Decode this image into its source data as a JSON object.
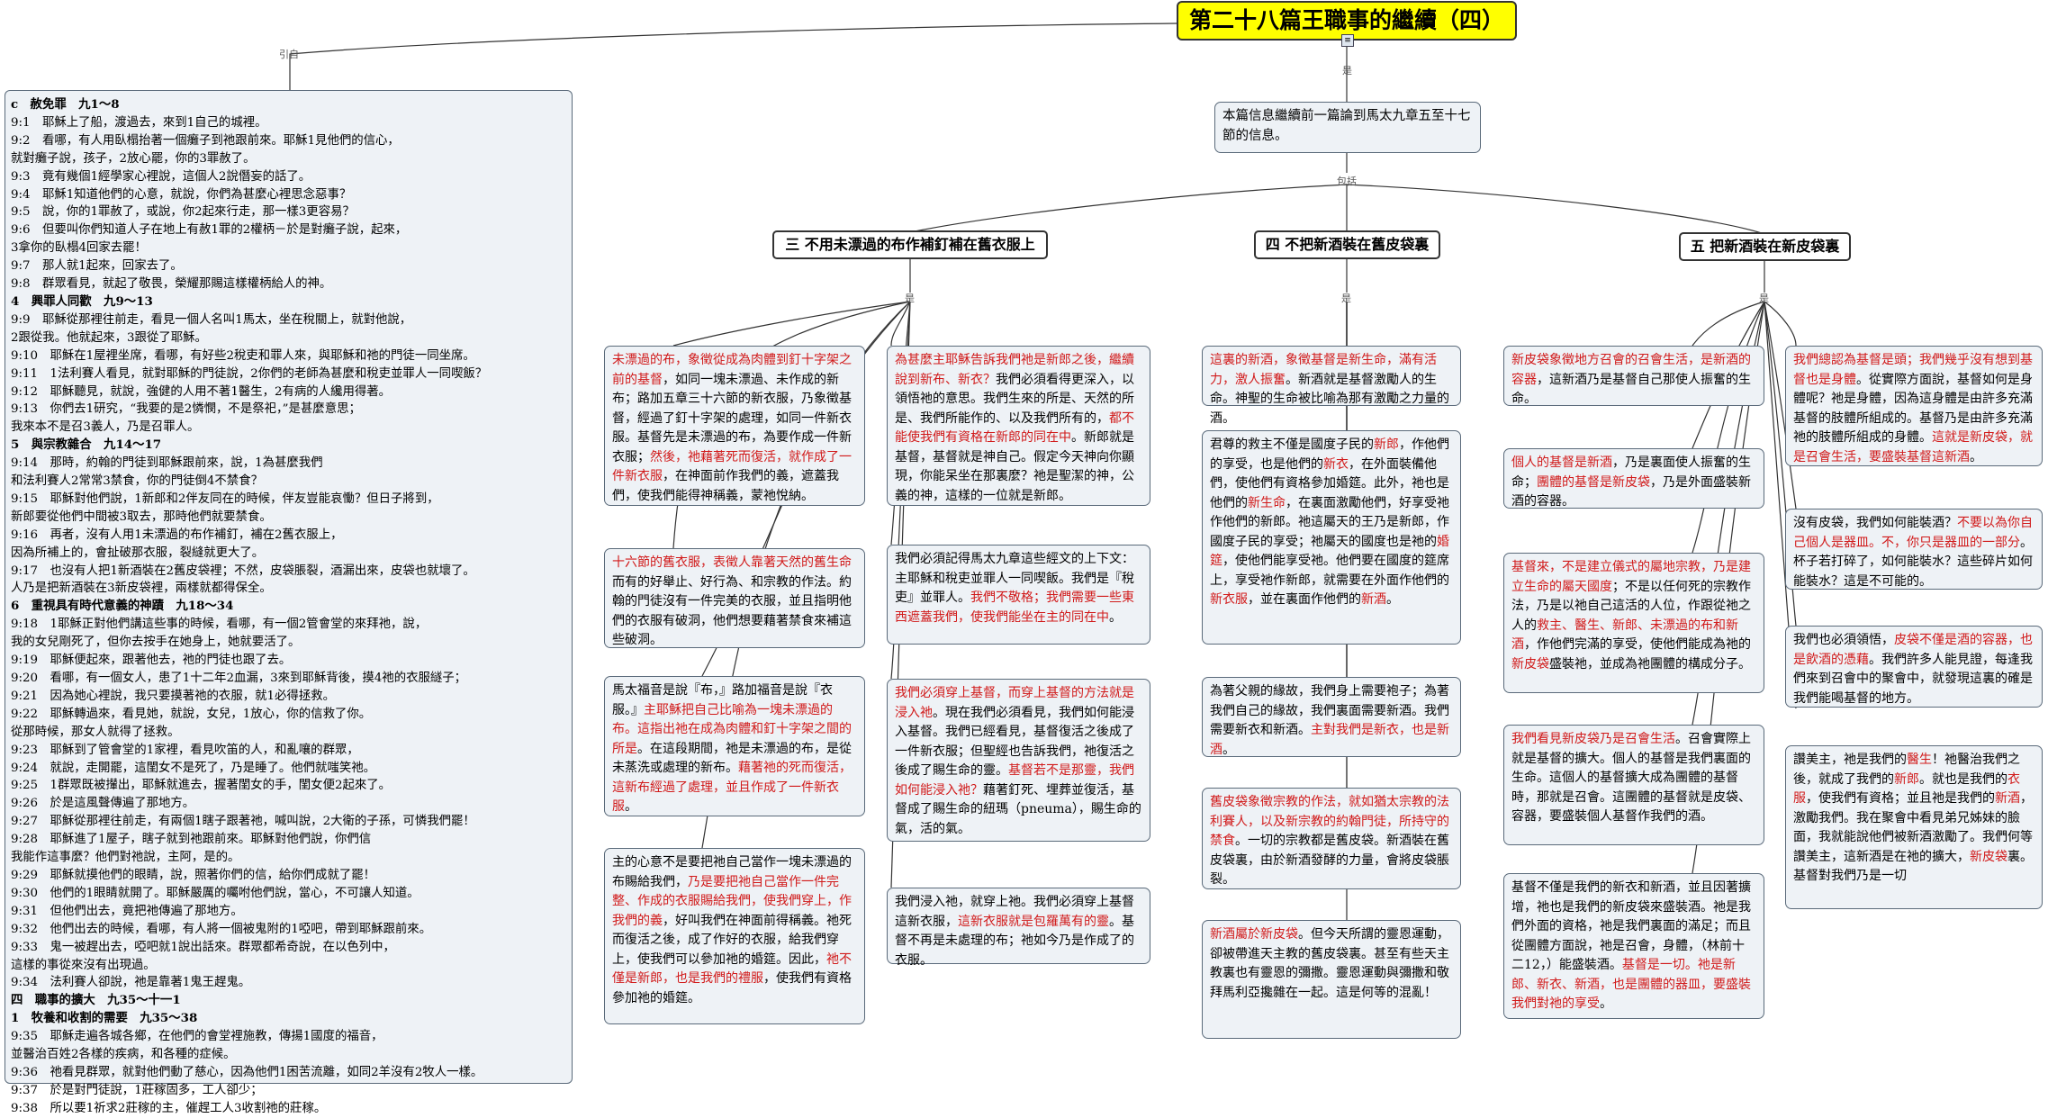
{
  "title": "第二十八篇王職事的繼續（四）",
  "labels": {
    "left": "引自",
    "down": "是",
    "includes": "包括",
    "sec3": "是",
    "sec4": "是",
    "sec5": "是"
  },
  "icons": {
    "root": "note-icon"
  },
  "intro": "本篇信息繼續前一篇論到馬太九章五至十七節的信息。",
  "sections": {
    "s3": "三 不用未漂過的布作補釘補在舊衣服上",
    "s4": "四 不把新酒裝在舊皮袋裏",
    "s5": "五 把新酒裝在新皮袋裏"
  },
  "outline": [
    {
      "t": "c　赦免罪　九1～8",
      "h": true
    },
    {
      "t": "9:1　耶穌上了船，渡過去，來到1自己的城裡。"
    },
    {
      "t": "9:2　看哪，有人用臥榻抬著一個癱子到祂跟前來。耶穌1見他們的信心，"
    },
    {
      "t": "就對癱子說，孩子，2放心罷，你的3罪赦了。"
    },
    {
      "t": "9:3　竟有幾個1經學家心裡說，這個人2說僭妄的話了。"
    },
    {
      "t": "9:4　耶穌1知道他們的心意，就說，你們為甚麼心裡思念惡事？"
    },
    {
      "t": "9:5　說，你的1罪赦了，或說，你2起來行走，那一樣3更容易？"
    },
    {
      "t": "9:6　但要叫你們知道人子在地上有赦1罪的2權柄－於是對癱子說，起來，"
    },
    {
      "t": "3拿你的臥榻4回家去罷！"
    },
    {
      "t": "9:7　那人就1起來，回家去了。"
    },
    {
      "t": "9:8　群眾看見，就起了敬畏，榮耀那賜這樣權柄給人的神。"
    },
    {
      "t": "4　興罪人同歡　九9～13",
      "h": true
    },
    {
      "t": "9:9　耶穌從那裡往前走，看見一個人名叫1馬太，坐在稅關上，就對他說，"
    },
    {
      "t": "2跟從我。他就起來，3跟從了耶穌。"
    },
    {
      "t": "9:10　耶穌在1屋裡坐席，看哪，有好些2稅吏和罪人來，與耶穌和祂的門徒一同坐席。"
    },
    {
      "t": "9:11　1法利賽人看見，就對耶穌的門徒說，2你們的老師為甚麼和稅吏並罪人一同喫飯？"
    },
    {
      "t": "9:12　耶穌聽見，就說，強健的人用不著1醫生，2有病的人纔用得著。"
    },
    {
      "t": "9:13　你們去1研究，“我要的是2憐憫，不是祭祀，”是甚麼意思；"
    },
    {
      "t": "我來本不是召3義人，乃是召罪人。"
    },
    {
      "t": "5　與宗教雜合　九14～17",
      "h": true
    },
    {
      "t": "9:14　那時，約翰的門徒到耶穌跟前來，說，1為甚麼我們"
    },
    {
      "t": "和法利賽人2常常3禁食，你的門徒倒4不禁食？"
    },
    {
      "t": "9:15　耶穌對他們說，1新郎和2伴友同在的時候，伴友豈能哀慟？但日子將到，"
    },
    {
      "t": "新郎要從他們中間被3取去，那時他們就要禁食。"
    },
    {
      "t": "9:16　再者，沒有人用1未漂過的布作補釘，補在2舊衣服上，"
    },
    {
      "t": "因為所補上的，會扯破那衣服，裂縫就更大了。"
    },
    {
      "t": "9:17　也沒有人把1新酒裝在2舊皮袋裡；不然，皮袋脹裂，酒漏出來，皮袋也就壞了。"
    },
    {
      "t": "人乃是把新酒裝在3新皮袋裡，兩樣就都得保全。"
    },
    {
      "t": "6　重視具有時代意義的神蹟　九18～34",
      "h": true
    },
    {
      "t": "9:18　1耶穌正對他們講這些事的時候，看哪，有一個2管會堂的來拜祂，說，"
    },
    {
      "t": "我的女兒剛死了，但你去按手在她身上，她就要活了。"
    },
    {
      "t": "9:19　耶穌便起來，跟著他去，祂的門徒也跟了去。"
    },
    {
      "t": "9:20　看哪，有一個女人，患了1十二年2血漏，3來到耶穌背後，摸4祂的衣服繸子；"
    },
    {
      "t": "9:21　因為她心裡說，我只要摸著祂的衣服，就1必得拯救。"
    },
    {
      "t": "9:22　耶穌轉過來，看見她，就說，女兒，1放心，你的信救了你。"
    },
    {
      "t": "從那時候，那女人就得了拯救。"
    },
    {
      "t": "9:23　耶穌到了管會堂的1家裡，看見吹笛的人，和亂嚷的群眾，"
    },
    {
      "t": "9:24　就說，走開罷，這閨女不是死了，乃是睡了。他們就嗤笑祂。"
    },
    {
      "t": "9:25　1群眾既被攆出，耶穌就進去，握著閨女的手，閨女便2起來了。"
    },
    {
      "t": "9:26　於是這風聲傳遍了那地方。"
    },
    {
      "t": "9:27　耶穌從那裡往前走，有兩個1瞎子跟著祂，喊叫說，2大衛的子孫，可憐我們罷！"
    },
    {
      "t": "9:28　耶穌進了1屋子，瞎子就到祂跟前來。耶穌對他們說，你們信"
    },
    {
      "t": "我能作這事麼？他們對祂說，主阿，是的。"
    },
    {
      "t": "9:29　耶穌就摸他們的眼睛，說，照著你們的信，給你們成就了罷！"
    },
    {
      "t": "9:30　他們的1眼睛就開了。耶穌嚴厲的囑咐他們說，當心，不可讓人知道。"
    },
    {
      "t": "9:31　但他們出去，竟把祂傳遍了那地方。"
    },
    {
      "t": "9:32　他們出去的時候，看哪，有人將一個被鬼附的1啞吧，帶到耶穌跟前來。"
    },
    {
      "t": "9:33　鬼一被趕出去，啞吧就1說出話來。群眾都希奇說，在以色列中，"
    },
    {
      "t": "這樣的事從來沒有出現過。"
    },
    {
      "t": "9:34　法利賽人卻說，祂是靠著1鬼王趕鬼。"
    },
    {
      "t": "四　職事的擴大　九35～十一1",
      "h": true
    },
    {
      "t": "1　牧養和收割的需要　九35～38",
      "h": true
    },
    {
      "t": "9:35　耶穌走遍各城各鄉，在他們的會堂裡施教，傳揚1國度的福音，"
    },
    {
      "t": "並醫治百姓2各樣的疾病，和各種的症候。"
    },
    {
      "t": "9:36　祂看見群眾，就對他們動了慈心，因為他們1困苦流離，如同2羊沒有2牧人一樣。"
    },
    {
      "t": "9:37　於是對門徒說，1莊稼固多，工人卻少；"
    },
    {
      "t": "9:38　所以要1祈求2莊稼的主，催趕工人3收割祂的莊稼。"
    }
  ],
  "nodes": {
    "a1": [
      {
        "r": true,
        "t": "未漂過的布，象徵從成為肉體到釘十字架之前的基督"
      },
      {
        "t": "，如同一塊未漂過、未作成的新布；路加五章三十六節的新衣服，乃象徵基督，經過了釘十字架的處理，如同一件新衣服。基督先是未漂過的布，為要作成一件新衣服；"
      },
      {
        "r": true,
        "t": "然後，祂藉著死而復活，就作成了一件新衣服"
      },
      {
        "t": "，在神面前作我們的義，遮蓋我們，使我們能得神稱義，蒙祂悅納。"
      }
    ],
    "a2": [
      {
        "r": true,
        "t": "十六節的舊衣服，表徵人靠著天然的舊生命"
      },
      {
        "t": "而有的好舉止、好行為、和宗教的作法。約翰的門徒沒有一件完美的衣服，並且指明他們的衣服有破洞，他們想要藉著禁食來補這些破洞。"
      }
    ],
    "a3": [
      {
        "t": "馬太福音是說『布，』路加福音是說『衣服。』"
      },
      {
        "r": true,
        "t": "主耶穌把自己比喻為一塊未漂過的布。這指出祂在成為肉體和釘十字架之間的所是"
      },
      {
        "t": "。在這段期間，祂是未漂過的布，是從未蒸洗或處理的新布。"
      },
      {
        "r": true,
        "t": "藉著祂的死而復活，這新布經過了處理，並且作成了一件新衣服"
      },
      {
        "t": "。"
      }
    ],
    "a4": [
      {
        "t": "主的心意不是要把祂自己當作一塊未漂過的布賜給我們，"
      },
      {
        "r": true,
        "t": "乃是要把祂自己當作一件完整、作成的衣服賜給我們，使我們穿上，作我們的義"
      },
      {
        "t": "，好叫我們在神面前得稱義。祂死而復活之後，成了作好的衣服，給我們穿上，使我們可以參加祂的婚筵。因此，"
      },
      {
        "r": true,
        "t": "祂不僅是新郎，也是我們的禮服"
      },
      {
        "t": "，使我們有資格參加祂的婚筵。"
      }
    ],
    "b1": [
      {
        "r": true,
        "t": "為甚麼主耶穌告訴我們祂是新郎之後，繼續說到新布、新衣？"
      },
      {
        "t": "我們必須看得更深入，以領悟祂的意思。我們生來的所是、天然的所是、我們所能作的、以及我們所有的，"
      },
      {
        "r": true,
        "t": "都不能使我們有資格在新郎的同在中"
      },
      {
        "t": "。新郎就是基督，基督就是神自己。假定今天神向你顯現，你能呆坐在那裏麼？祂是聖潔的神，公義的神，這樣的一位就是新郎。"
      }
    ],
    "b2": [
      {
        "t": "我們必須記得馬太九章這些經文的上下文：主耶穌和稅吏並罪人一同喫飯。我們是『稅吏』並罪人。"
      },
      {
        "r": true,
        "t": "我們不敬格；我們需要一些東西遮蓋我們，使我們能坐在主的同在中"
      },
      {
        "t": "。"
      }
    ],
    "b3": [
      {
        "r": true,
        "t": "我們必須穿上基督，而穿上基督的方法就是浸入祂"
      },
      {
        "t": "。現在我們必須看見，我們如何能浸入基督。我們已經看見，基督復活之後成了一件新衣服；但聖經也告訴我們，祂復活之後成了賜生命的靈。"
      },
      {
        "r": true,
        "t": "基督若不是那靈，我們如何能浸入祂？"
      },
      {
        "t": "藉著釘死、埋葬並復活，基督成了賜生命的紐瑪（pneuma），賜生命的氣，活的氣。"
      }
    ],
    "b4": [
      {
        "t": "我們浸入祂，就穿上祂。我們必須穿上基督這新衣服，"
      },
      {
        "r": true,
        "t": "這新衣服就是包羅萬有的靈"
      },
      {
        "t": "。基督不再是未處理的布；祂如今乃是作成了的衣服。"
      }
    ],
    "c1": [
      {
        "r": true,
        "t": "這裏的新酒，象徵基督是新生命，滿有活力，激人振奮"
      },
      {
        "t": "。新酒就是基督激勵人的生命。神聖的生命被比喻為那有激勵之力量的酒。"
      }
    ],
    "c2": [
      {
        "t": "君尊的救主不僅是國度子民的"
      },
      {
        "r": true,
        "t": "新郎"
      },
      {
        "t": "，作他們的享受，也是他們的"
      },
      {
        "r": true,
        "t": "新衣"
      },
      {
        "t": "，在外面裝備他們，使他們有資格參加婚筵。此外，祂也是他們的"
      },
      {
        "r": true,
        "t": "新生命"
      },
      {
        "t": "，在裏面激勵他們，好享受祂作他們的新郎。祂這屬天的王乃是新郎，作國度子民的享受；祂屬天的國度也是祂的"
      },
      {
        "r": true,
        "t": "婚筵"
      },
      {
        "t": "，使他們能享受祂。他們要在國度的筵席上，享受祂作新郎，就需要在外面作他們的"
      },
      {
        "r": true,
        "t": "新衣服"
      },
      {
        "t": "，並在裏面作他們的"
      },
      {
        "r": true,
        "t": "新酒"
      },
      {
        "t": "。"
      }
    ],
    "c3": [
      {
        "t": "為著父親的緣故，我們身上需要袍子；為著我們自己的緣故，我們裏面需要新酒。我們需要新衣和新酒。"
      },
      {
        "r": true,
        "t": "主對我們是新衣，也是新酒"
      },
      {
        "t": "。"
      }
    ],
    "c4": [
      {
        "r": true,
        "t": "舊皮袋象徵宗教的作法，就如猶太宗教的法利賽人，以及新宗教的約翰門徒，所持守的禁食"
      },
      {
        "t": "。一切的宗教都是舊皮袋。新酒裝在舊皮袋裏，由於新酒發酵的力量，會將皮袋脹裂。"
      }
    ],
    "c5": [
      {
        "r": true,
        "t": "新酒屬於新皮袋"
      },
      {
        "t": "。但今天所謂的靈恩運動，卻被帶進天主教的舊皮袋裏。甚至有些天主教裏也有靈恩的彌撒。靈恩運動與彌撒和敬拜馬利亞攙雜在一起。這是何等的混亂！"
      }
    ],
    "d1": [
      {
        "r": true,
        "t": "新皮袋象徵地方召會的召會生活，是新酒的容器"
      },
      {
        "t": "，這新酒乃是基督自己那使人振奮的生命。"
      }
    ],
    "d2": [
      {
        "r": true,
        "t": "個人的基督是新酒"
      },
      {
        "t": "，乃是裏面使人振奮的生命；"
      },
      {
        "r": true,
        "t": "團體的基督是新皮袋"
      },
      {
        "t": "，乃是外面盛裝新酒的容器。"
      }
    ],
    "d3": [
      {
        "r": true,
        "t": "基督來，不是建立儀式的屬地宗教，乃是建立生命的屬天國度"
      },
      {
        "t": "；不是以任何死的宗教作法，乃是以祂自己這活的人位，作跟從祂之人的"
      },
      {
        "r": true,
        "t": "救主、醫生、新郎、未漂過的布和新酒"
      },
      {
        "t": "，作他們完滿的享受，使他們能成為祂的"
      },
      {
        "r": true,
        "t": "新皮袋"
      },
      {
        "t": "盛裝祂，並成為祂團體的構成分子。"
      }
    ],
    "d4": [
      {
        "r": true,
        "t": "我們看見新皮袋乃是召會生活"
      },
      {
        "t": "。召會實際上就是基督的擴大。個人的基督是我們裏面的生命。這個人的基督擴大成為團體的基督時，那就是召會。這團體的基督就是皮袋、容器，要盛裝個人基督作我們的酒。"
      }
    ],
    "d5": [
      {
        "t": "基督不僅是我們的新衣和新酒，並且因著擴增，祂也是我們的新皮袋來盛裝酒。祂是我們外面的資格，祂是我們裏面的滿足；而且從團體方面說，祂是召會，身體，（林前十二12，）能盛裝酒。"
      },
      {
        "r": true,
        "t": "基督是一切。祂是新郎、新衣、新酒，也是團體的器皿，要盛裝我們對祂的享受"
      },
      {
        "t": "。"
      }
    ],
    "e1": [
      {
        "r": true,
        "t": "我們總認為基督是頭；我們幾乎沒有想到基督也是身體"
      },
      {
        "t": "。從實際方面說，基督如何是身體呢？祂是身體，因為這身體是由許多充滿基督的肢體所組成的。基督乃是由許多充滿祂的肢體所組成的身體。"
      },
      {
        "r": true,
        "t": "這就是新皮袋，就是召會生活，要盛裝基督這新酒"
      },
      {
        "t": "。"
      }
    ],
    "e2": [
      {
        "t": "沒有皮袋，我們如何能裝酒？"
      },
      {
        "r": true,
        "t": "不要以為你自己個人是器皿。不，你只是器皿的一部分"
      },
      {
        "t": "。杯子若打碎了，如何能裝水？這些碎片如何能裝水？這是不可能的。"
      }
    ],
    "e3": [
      {
        "t": "我們也必須領悟，"
      },
      {
        "r": true,
        "t": "皮袋不僅是酒的容器，也是飲酒的憑藉"
      },
      {
        "t": "。我們許多人能見證，每逢我們來到召會中的聚會中，就發現這裏的確是我們能喝基督的地方。"
      }
    ],
    "e4": [
      {
        "t": "讚美主，祂是我們的"
      },
      {
        "r": true,
        "t": "醫生"
      },
      {
        "t": "！祂醫治我們之後，就成了我們的"
      },
      {
        "r": true,
        "t": "新郎"
      },
      {
        "t": "。就也是我們的"
      },
      {
        "r": true,
        "t": "衣服"
      },
      {
        "t": "，使我們有資格；並且祂是我們的"
      },
      {
        "r": true,
        "t": "新酒"
      },
      {
        "t": "，激勵我們。我在聚會中看見弟兄姊妹的臉面，我就能說他們被新酒激勵了。我們何等讚美主，這新酒是在祂的擴大，"
      },
      {
        "r": true,
        "t": "新皮袋"
      },
      {
        "t": "裏。基督對我們乃是一切"
      }
    ]
  }
}
